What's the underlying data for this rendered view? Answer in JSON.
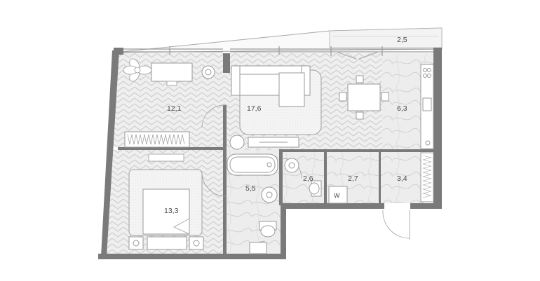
{
  "rooms": [
    {
      "id": "bedroom-1",
      "area": "12,1"
    },
    {
      "id": "living-room",
      "area": "17,6"
    },
    {
      "id": "kitchen",
      "area": "6,3"
    },
    {
      "id": "bathroom",
      "area": "5,5"
    },
    {
      "id": "wc",
      "area": "2,6"
    },
    {
      "id": "hall",
      "area": "2,7"
    },
    {
      "id": "entry",
      "area": "3,4"
    },
    {
      "id": "bedroom-2",
      "area": "13,3"
    },
    {
      "id": "balcony",
      "area": "2,5"
    }
  ],
  "markers": {
    "washer": "W"
  },
  "colors": {
    "wall": "#7a7a7a",
    "floor": "#eeeeee",
    "hatch": "#cfcfcf",
    "furniture": "#ffffff",
    "line": "#8e8e8e"
  }
}
